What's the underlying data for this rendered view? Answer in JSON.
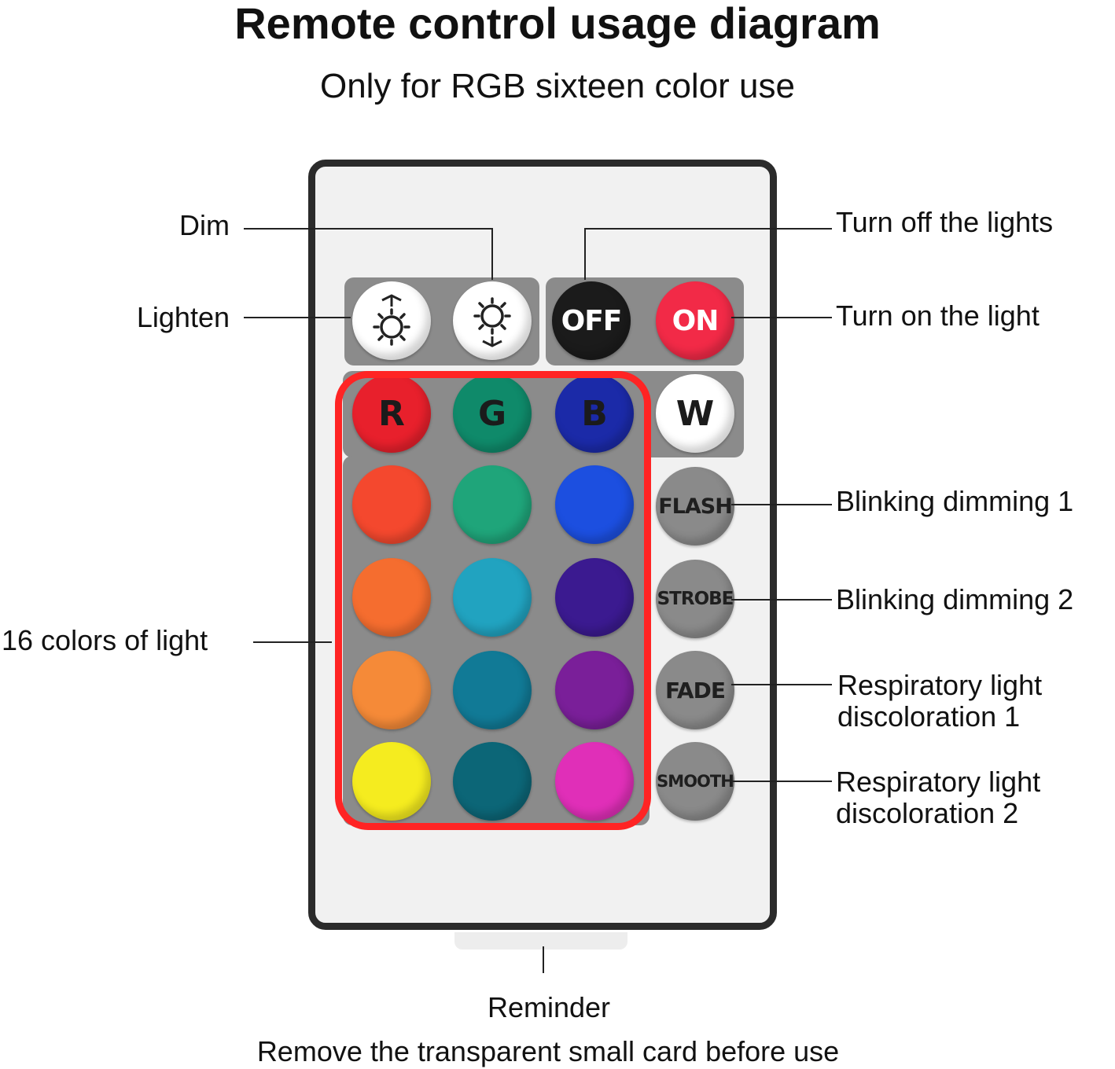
{
  "header": {
    "title": "Remote control usage diagram",
    "subtitle": "Only for RGB sixteen color use"
  },
  "buttons": {
    "lighten": "lighten-icon",
    "dim": "dim-icon",
    "off": "OFF",
    "on": "ON",
    "r": "R",
    "g": "G",
    "b": "B",
    "w": "W",
    "flash": "FLASH",
    "strobe": "STROBE",
    "fade": "FADE",
    "smooth": "SMOOTH"
  },
  "colors": {
    "off": "#1b1b1b",
    "on": "#f22a47",
    "w": "#ffffff",
    "mode": "#8a8a8a",
    "highlight": "#ff2424",
    "grid": [
      [
        "#e8202c",
        "#0f8a6a",
        "#1b2aa8"
      ],
      [
        "#f4482e",
        "#1fa57a",
        "#1c4fe0"
      ],
      [
        "#f56d2f",
        "#21a3c0",
        "#3b1a90"
      ],
      [
        "#f58a38",
        "#117a96",
        "#7a1f99"
      ],
      [
        "#f5ec1f",
        "#0c6677",
        "#e02fb8"
      ]
    ]
  },
  "labels": {
    "dim": "Dim",
    "lighten": "Lighten",
    "colors16": "16 colors of light",
    "turn_off": "Turn off the lights",
    "turn_on": "Turn on the light",
    "flash": "Blinking dimming 1",
    "strobe": "Blinking dimming 2",
    "fade_1": "Respiratory light",
    "fade_2": "discoloration 1",
    "smooth_1": "Respiratory light",
    "smooth_2": "discoloration 2"
  },
  "footer": {
    "reminder": "Reminder",
    "note": "Remove the transparent small card before use"
  }
}
